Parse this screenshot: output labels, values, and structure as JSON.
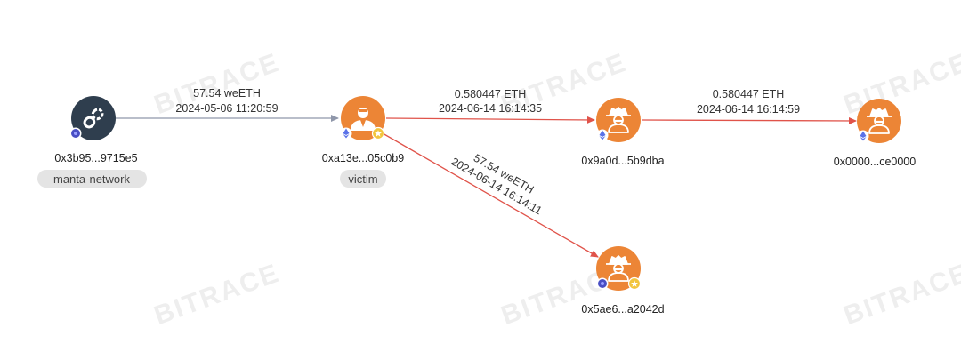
{
  "colors": {
    "source_node": "#2f3e4e",
    "suspect_node": "#ec8536",
    "edge_in": "#8f97aa",
    "edge_out": "#e0534a",
    "tag_bg": "#e4e4e4",
    "eth_badge": "#5a72e8",
    "chain_badge": "#4a4fc4",
    "star_badge": "#f2c53d"
  },
  "watermark": "BITRACE",
  "nodes": [
    {
      "id": "n1",
      "address": "0x3b95...9715e5",
      "tag": "manta-network",
      "icon": "manta-network-logo-icon",
      "badges": [
        "chain-badge-icon"
      ]
    },
    {
      "id": "n2",
      "address": "0xa13e...05c0b9",
      "tag": "victim",
      "icon": "victim-person-icon",
      "badges": [
        "ethereum-badge-icon",
        "star-badge-icon"
      ]
    },
    {
      "id": "n3",
      "address": "0x9a0d...5b9dba",
      "tag": "",
      "icon": "hacker-icon",
      "badges": [
        "ethereum-badge-icon"
      ]
    },
    {
      "id": "n4",
      "address": "0x0000...ce0000",
      "tag": "",
      "icon": "hacker-icon",
      "badges": [
        "ethereum-badge-icon"
      ]
    },
    {
      "id": "n5",
      "address": "0x5ae6...a2042d",
      "tag": "",
      "icon": "hacker-icon",
      "badges": [
        "chain-badge-icon",
        "star-badge-icon"
      ]
    }
  ],
  "edges": [
    {
      "from": "n1",
      "to": "n2",
      "amount": "57.54 weETH",
      "time": "2024-05-06 11:20:59"
    },
    {
      "from": "n2",
      "to": "n3",
      "amount": "0.580447 ETH",
      "time": "2024-06-14 16:14:35"
    },
    {
      "from": "n3",
      "to": "n4",
      "amount": "0.580447 ETH",
      "time": "2024-06-14 16:14:59"
    },
    {
      "from": "n2",
      "to": "n5",
      "amount": "57.54 weETH",
      "time": "2024-06-14 16:14:11"
    }
  ]
}
